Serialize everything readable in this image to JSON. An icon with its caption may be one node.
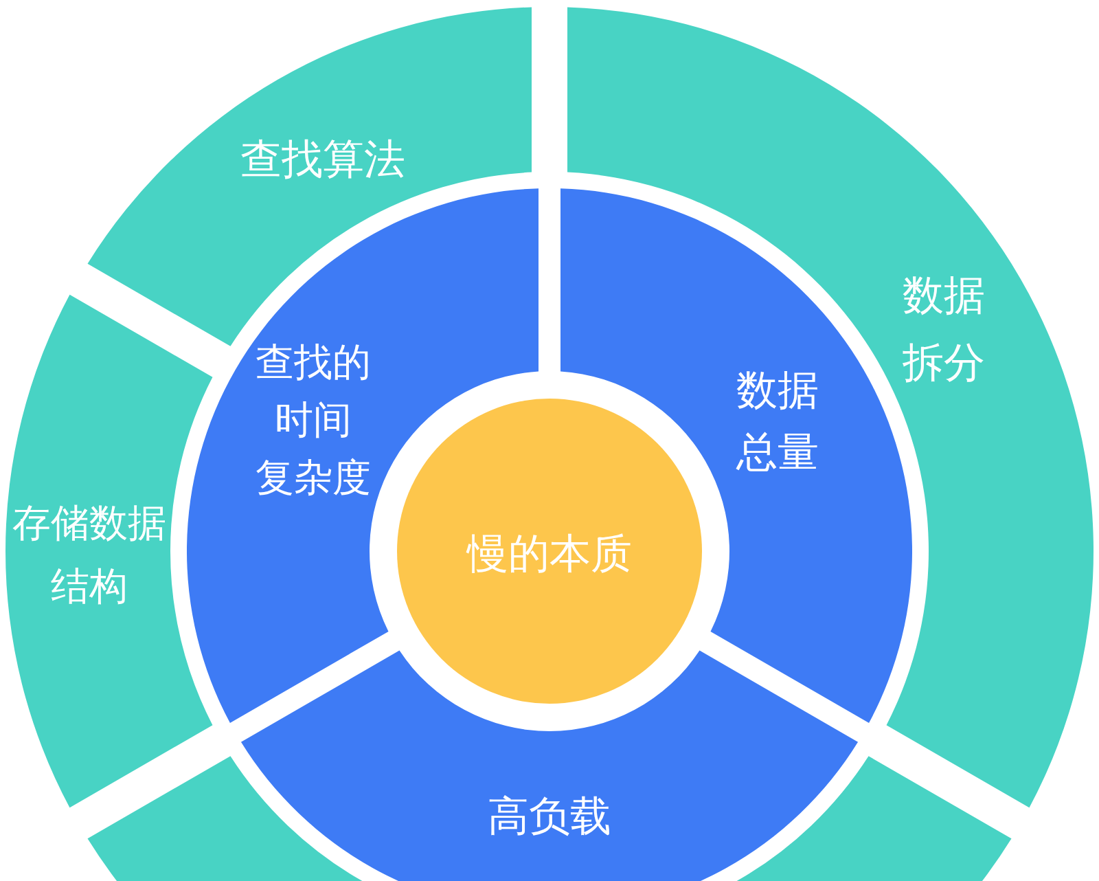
{
  "diagram": {
    "nodes": [
      {
        "text": [
          "慢的本质"
        ]
      },
      {
        "text": [
          "查找的时间复杂度"
        ]
      },
      {
        "text": [
          "数据总量"
        ]
      },
      {
        "text": [
          "高负载"
        ]
      },
      {
        "text": [
          "查找算法"
        ]
      },
      {
        "text": [
          "数据拆分"
        ]
      },
      {
        "text": [
          "存储数据结构"
        ]
      },
      {
        "text": [],
        "shape": "band"
      },
      {
        "text": [],
        "shape": "band"
      }
    ]
  }
}
